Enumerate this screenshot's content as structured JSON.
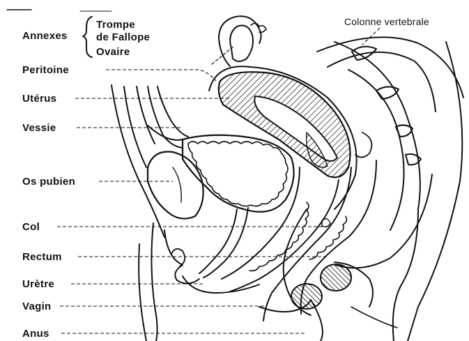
{
  "labels": {
    "annexes": "Annexes",
    "trompe_line1": "Trompe",
    "trompe_line2": "de Fallope",
    "ovaire": "Ovaire",
    "colonne": "Colonne vertebrale",
    "peritoine": "Peritoine",
    "uterus": "Utérus",
    "vessie": "Vessie",
    "os_pubien": "Os pubien",
    "col": "Col",
    "rectum": "Rectum",
    "uretre": "Urètre",
    "vagin": "Vagin",
    "anus": "Anus"
  },
  "colors": {
    "ink": "#111111",
    "background": "#ffffff"
  }
}
